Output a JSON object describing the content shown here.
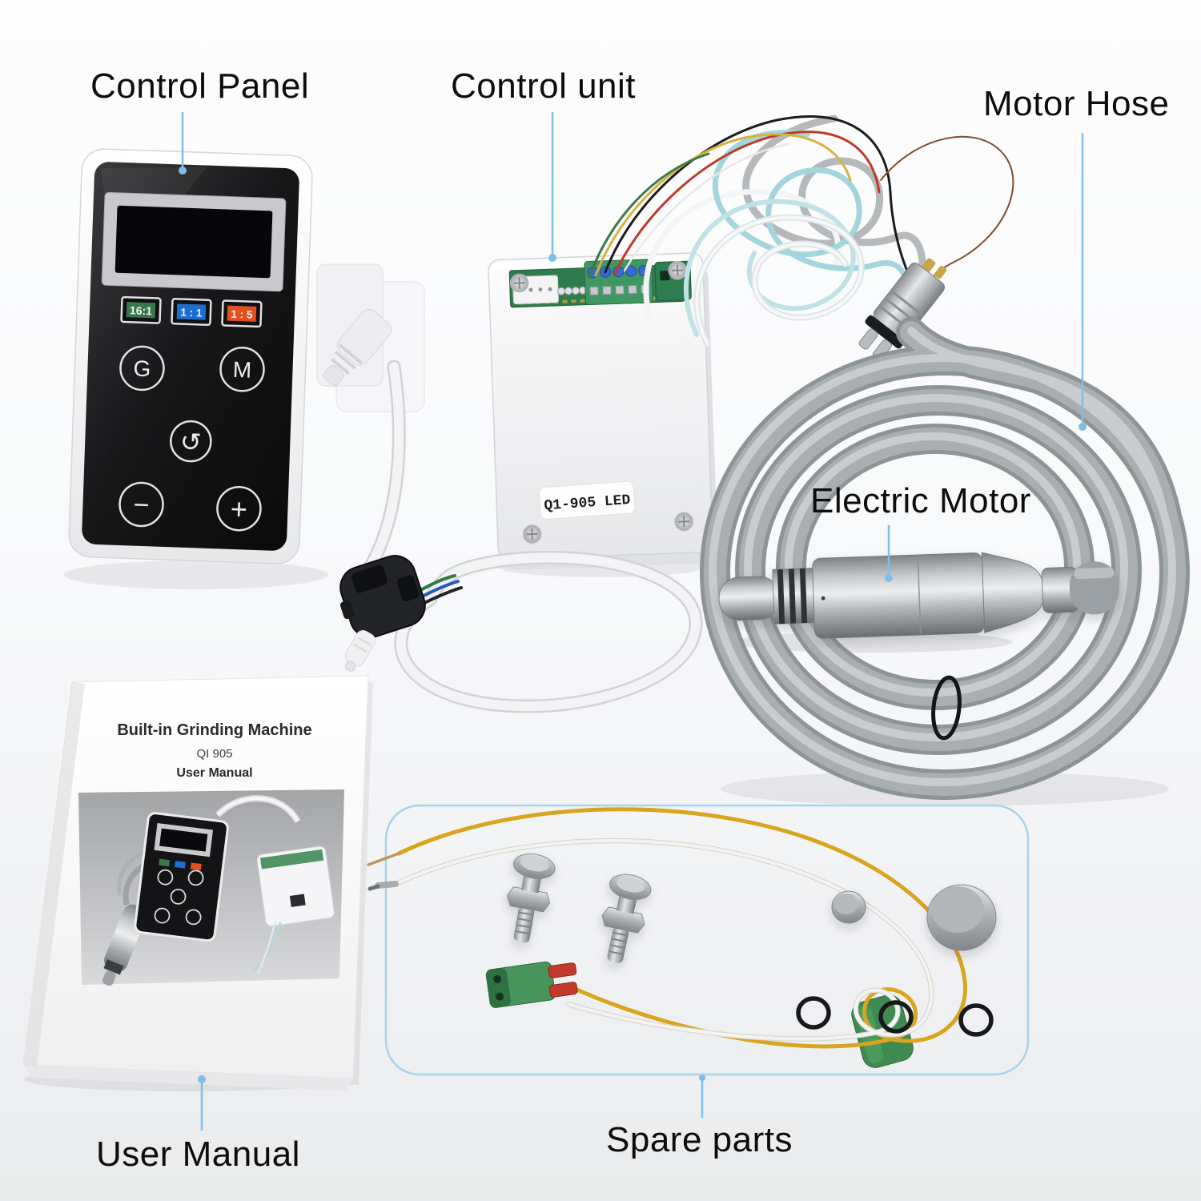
{
  "labels": {
    "control_panel": "Control Panel",
    "control_unit": "Control unit",
    "motor_hose": "Motor Hose",
    "electric_motor": "Electric Motor",
    "user_manual": "User Manual",
    "spare_parts": "Spare parts"
  },
  "panel": {
    "ratio_badges": [
      {
        "label": "16:1",
        "color": "#38784a"
      },
      {
        "label": "1 : 1",
        "color": "#1e6ed2"
      },
      {
        "label": "1 : 5",
        "color": "#e35020"
      }
    ],
    "button_g": "G",
    "button_m": "M",
    "button_reverse": "↺",
    "button_minus": "−",
    "button_plus": "+"
  },
  "unit": {
    "sticker": "Q1-905 LED"
  },
  "manual": {
    "title": "Built-in Grinding Machine",
    "model": "QI 905",
    "subtitle": "User Manual"
  },
  "colors": {
    "annotation_line": "#7dbfe6",
    "spare_box_border": "#a8d2ea",
    "badge_green": "#38784a",
    "badge_blue": "#1e6ed2",
    "badge_orange": "#e35020",
    "hose_gray": "#9aa0a3"
  }
}
